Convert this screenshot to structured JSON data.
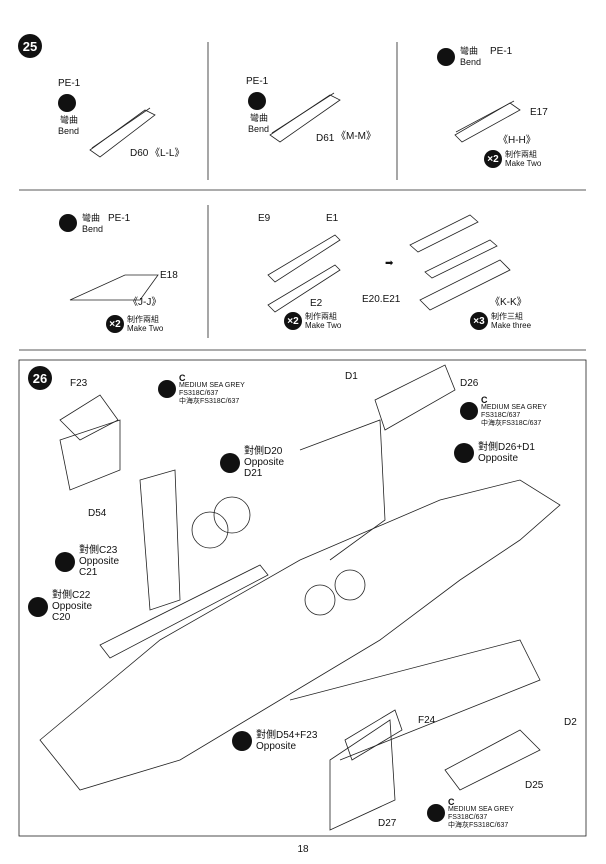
{
  "page_number": "18",
  "step25": {
    "number": "25",
    "panel_ll": {
      "pe": "PE-1",
      "bend_zh": "彎曲",
      "bend_en": "Bend",
      "part": "D60",
      "view": "《L-L》"
    },
    "panel_mm": {
      "pe": "PE-1",
      "bend_zh": "彎曲",
      "bend_en": "Bend",
      "part": "D61",
      "view": "《M-M》"
    },
    "panel_hh": {
      "pe": "PE-1",
      "bend_zh": "彎曲",
      "bend_en": "Bend",
      "part": "E17",
      "view": "《H-H》",
      "count": "×2",
      "make_zh": "制作兩組",
      "make_en": "Make Two"
    },
    "panel_jj": {
      "pe": "PE-1",
      "bend_zh": "彎曲",
      "bend_en": "Bend",
      "part": "E18",
      "view": "《J-J》",
      "count": "×2",
      "make_zh": "制作兩組",
      "make_en": "Make Two"
    },
    "panel_e": {
      "part_e9": "E9",
      "part_e1": "E1",
      "part_e2": "E2",
      "count": "×2",
      "make_zh": "制作兩組",
      "make_en": "Make Two"
    },
    "panel_kk": {
      "parts": "E20.E21",
      "view": "《K-K》",
      "count": "×3",
      "make_zh": "制作三組",
      "make_en": "Make three"
    }
  },
  "step26": {
    "number": "26",
    "paint": {
      "code": "C",
      "name": "MEDIUM SEA GREY",
      "fs": "FS318C/637",
      "zh": "中海灰FS318C/637"
    },
    "labels": {
      "f23": "F23",
      "d54": "D54",
      "d1": "D1",
      "d26": "D26",
      "f24": "F24",
      "d27": "D27",
      "d2": "D2",
      "d25": "D25"
    },
    "opposites": [
      {
        "zh": "對側D20",
        "en": "Opposite",
        "part": "D21"
      },
      {
        "zh": "對側D26+D1",
        "en": "Opposite"
      },
      {
        "zh": "對側C23",
        "en": "Opposite",
        "part": "C21"
      },
      {
        "zh": "對側C22",
        "en": "Opposite",
        "part": "C20"
      },
      {
        "zh": "對側D54+F23",
        "en": "Opposite"
      }
    ]
  }
}
